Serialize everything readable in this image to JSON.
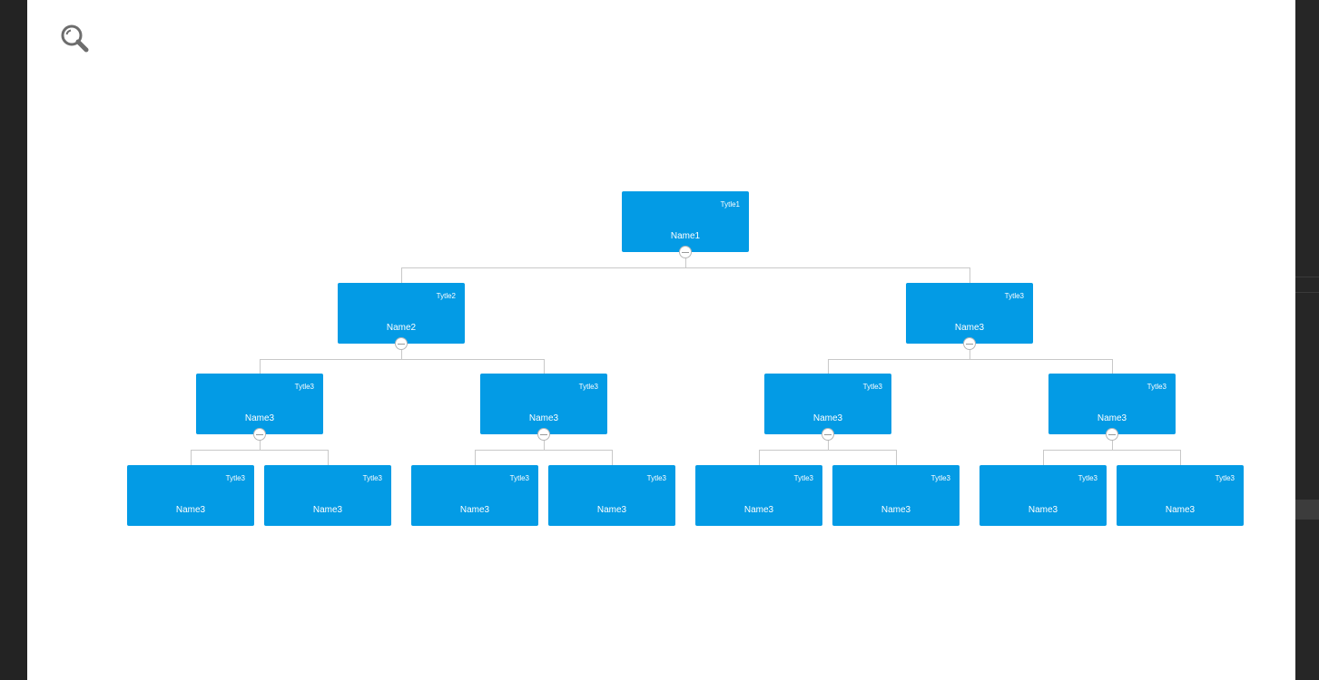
{
  "toolbar": {
    "zoom_icon": "magnifier-icon"
  },
  "chart": {
    "root": {
      "title": "Tytle1",
      "name": "Name1",
      "children": [
        {
          "title": "Tytle2",
          "name": "Name2",
          "children": [
            {
              "title": "Tytle3",
              "name": "Name3",
              "children": [
                {
                  "title": "Tytle3",
                  "name": "Name3"
                },
                {
                  "title": "Tytle3",
                  "name": "Name3"
                }
              ]
            },
            {
              "title": "Tytle3",
              "name": "Name3",
              "children": [
                {
                  "title": "Tytle3",
                  "name": "Name3"
                },
                {
                  "title": "Tytle3",
                  "name": "Name3"
                }
              ]
            }
          ]
        },
        {
          "title": "Tytle3",
          "name": "Name3",
          "children": [
            {
              "title": "Tytle3",
              "name": "Name3",
              "children": [
                {
                  "title": "Tytle3",
                  "name": "Name3"
                },
                {
                  "title": "Tytle3",
                  "name": "Name3"
                }
              ]
            },
            {
              "title": "Tytle3",
              "name": "Name3",
              "children": [
                {
                  "title": "Tytle3",
                  "name": "Name3"
                },
                {
                  "title": "Tytle3",
                  "name": "Name3"
                }
              ]
            }
          ]
        }
      ]
    }
  },
  "colors": {
    "node_fill": "#039be5",
    "node_text": "#ffffff",
    "connector": "#c8c8c8",
    "canvas": "#ffffff",
    "chrome": "#232323"
  }
}
